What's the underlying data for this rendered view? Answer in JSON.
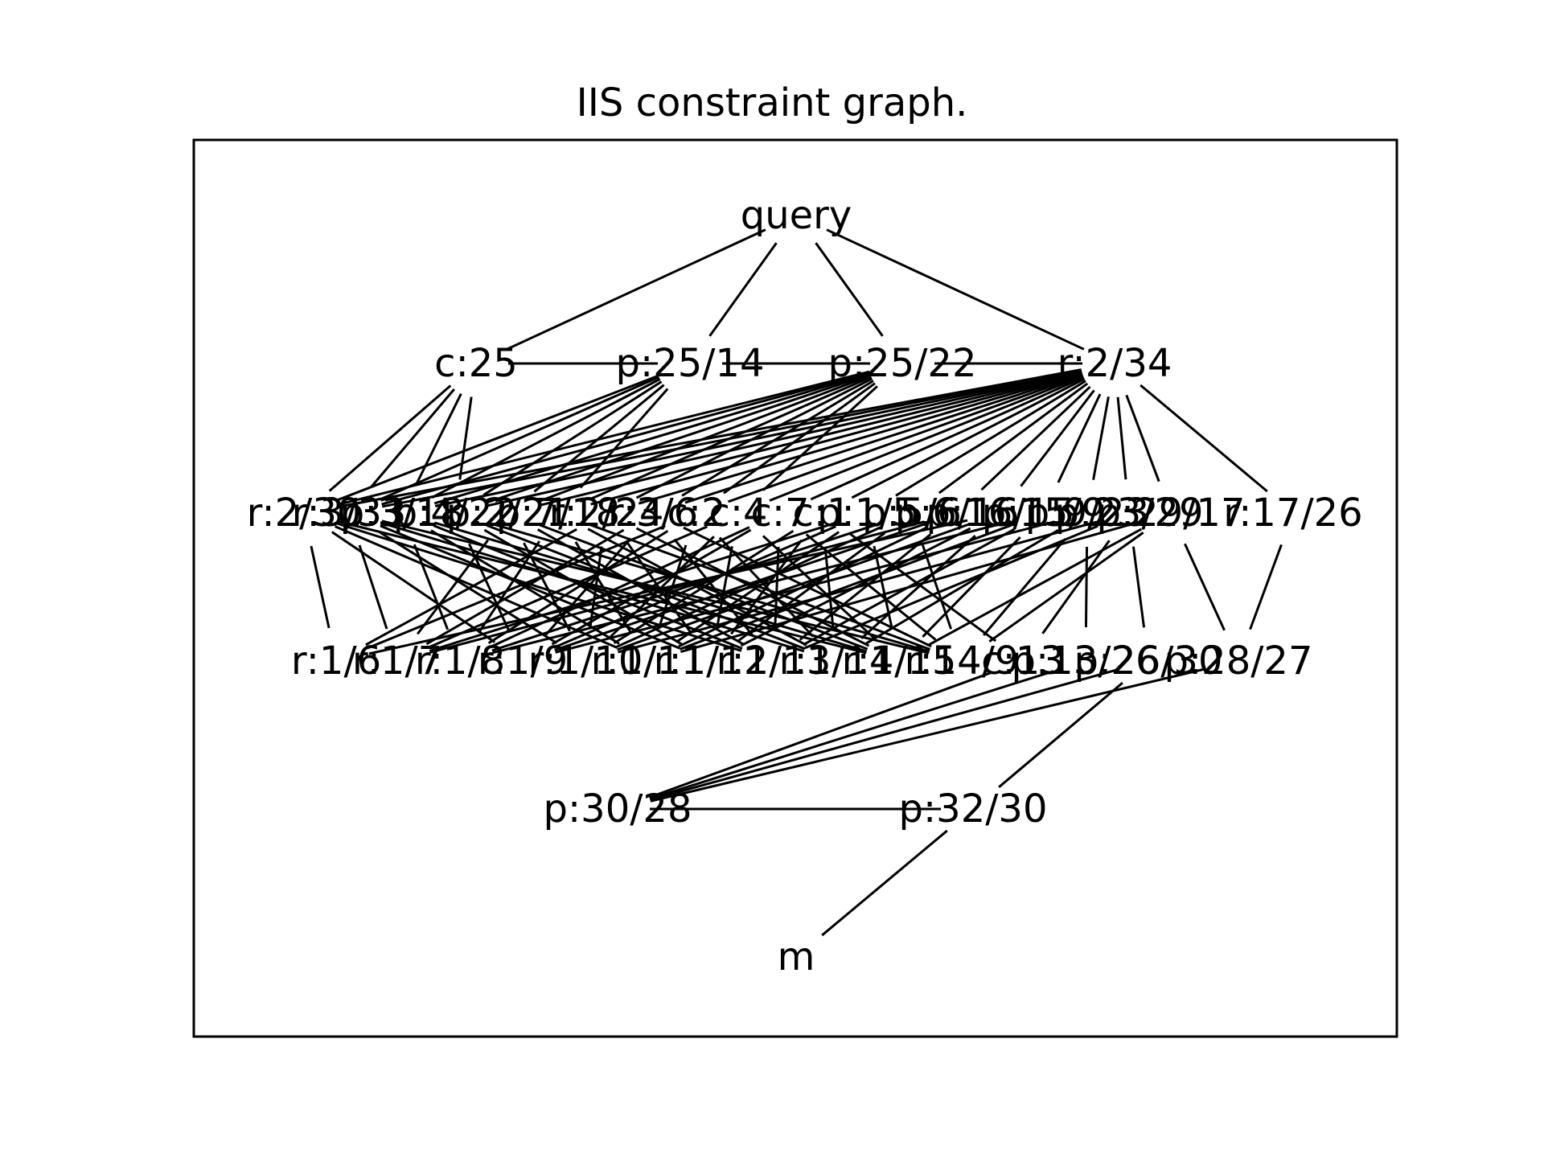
{
  "figure": {
    "title": "IIS constraint graph."
  },
  "graph": {
    "nodes": {
      "query": "query",
      "c25": "c:25",
      "p25_14": "p:25/14",
      "p25_22": "p:25/22",
      "r2_34": "r:2/34",
      "r2_30": "r:2/30",
      "r3_33": "r:3/33",
      "p3_18": "p:3/18",
      "p4_22": "p:4/22",
      "p2_21": "p:2/21",
      "p7_18": "p:7/18",
      "r2_24": "r:2/24",
      "r3_6": "r:3/6",
      "c2": "c:2",
      "c4": "c:4",
      "c7": "c:7",
      "c1": "c:1",
      "p1_5": "p:1/5",
      "p5_6": "p:5/6",
      "p6_16": "p:6/16",
      "p16_15": "p:16/15",
      "p15_9": "p:15/9",
      "p9_23": "p:9/23",
      "p23_29": "p:23/29",
      "p29_17": "p:29/17",
      "r17_26": "r:17/26",
      "r1_6": "r:1/6",
      "r1_7": "r:1/7",
      "r1_8": "r:1/8",
      "r1_9": "r:1/9",
      "r1_10": "r:1/10",
      "r1_11": "r:1/11",
      "r1_12": "r:1/12",
      "r1_13": "r:1/13",
      "r1_14": "r:1/14",
      "r1_15": "r:1/15",
      "r14_9": "r:14/9",
      "c13": "c:13",
      "p13_26": "p:13/26",
      "p26_30": "p:26/30",
      "p30_28": "p:30/28",
      "p28_27": "p:28/27",
      "p32_30": "p:32/30",
      "m": "m"
    },
    "edges": [
      [
        "query",
        "c25"
      ],
      [
        "query",
        "p25_14"
      ],
      [
        "query",
        "p25_22"
      ],
      [
        "query",
        "r2_34"
      ],
      [
        "c25",
        "p25_14"
      ],
      [
        "p25_14",
        "p25_22"
      ],
      [
        "p25_22",
        "r2_34"
      ],
      [
        "c25",
        "r2_30"
      ],
      [
        "c25",
        "r3_33"
      ],
      [
        "c25",
        "p3_18"
      ],
      [
        "c25",
        "p4_22"
      ],
      [
        "p25_14",
        "r2_30"
      ],
      [
        "p25_14",
        "r3_33"
      ],
      [
        "p25_14",
        "p3_18"
      ],
      [
        "p25_14",
        "p4_22"
      ],
      [
        "p25_14",
        "p2_21"
      ],
      [
        "p25_14",
        "p7_18"
      ],
      [
        "p25_22",
        "r2_30"
      ],
      [
        "p25_22",
        "r3_33"
      ],
      [
        "p25_22",
        "p3_18"
      ],
      [
        "p25_22",
        "p4_22"
      ],
      [
        "p25_22",
        "p2_21"
      ],
      [
        "p25_22",
        "p7_18"
      ],
      [
        "p25_22",
        "r2_24"
      ],
      [
        "p25_22",
        "r3_6"
      ],
      [
        "p25_22",
        "c2"
      ],
      [
        "p25_22",
        "c4"
      ],
      [
        "r2_34",
        "r2_30"
      ],
      [
        "r2_34",
        "r3_33"
      ],
      [
        "r2_34",
        "p3_18"
      ],
      [
        "r2_34",
        "p4_22"
      ],
      [
        "r2_34",
        "p2_21"
      ],
      [
        "r2_34",
        "p7_18"
      ],
      [
        "r2_34",
        "r2_24"
      ],
      [
        "r2_34",
        "r3_6"
      ],
      [
        "r2_34",
        "c2"
      ],
      [
        "r2_34",
        "c4"
      ],
      [
        "r2_34",
        "c7"
      ],
      [
        "r2_34",
        "c1"
      ],
      [
        "r2_34",
        "p1_5"
      ],
      [
        "r2_34",
        "p5_6"
      ],
      [
        "r2_34",
        "p6_16"
      ],
      [
        "r2_34",
        "p16_15"
      ],
      [
        "r2_34",
        "p15_9"
      ],
      [
        "r2_34",
        "p9_23"
      ],
      [
        "r2_34",
        "p23_29"
      ],
      [
        "r2_34",
        "p29_17"
      ],
      [
        "r2_34",
        "r17_26"
      ],
      [
        "r2_30",
        "r1_6"
      ],
      [
        "r3_33",
        "r1_7"
      ],
      [
        "p3_18",
        "r1_8"
      ],
      [
        "p4_22",
        "r1_9"
      ],
      [
        "p2_21",
        "r1_10"
      ],
      [
        "p7_18",
        "r1_11"
      ],
      [
        "r2_24",
        "r1_12"
      ],
      [
        "r3_6",
        "r1_13"
      ],
      [
        "c2",
        "r1_14"
      ],
      [
        "c4",
        "r1_15"
      ],
      [
        "c7",
        "r14_9"
      ],
      [
        "c1",
        "c13"
      ],
      [
        "p1_5",
        "r1_7"
      ],
      [
        "p5_6",
        "r1_8"
      ],
      [
        "p6_16",
        "r1_9"
      ],
      [
        "p16_15",
        "r1_10"
      ],
      [
        "p15_9",
        "r1_11"
      ],
      [
        "p9_23",
        "p13_26"
      ],
      [
        "p23_29",
        "p26_30"
      ],
      [
        "p29_17",
        "p28_27"
      ],
      [
        "r17_26",
        "p28_27"
      ],
      [
        "r2_30",
        "r1_9"
      ],
      [
        "r2_30",
        "r1_11"
      ],
      [
        "r2_30",
        "r1_13"
      ],
      [
        "r2_30",
        "r1_15"
      ],
      [
        "r3_33",
        "r1_10"
      ],
      [
        "r3_33",
        "r1_12"
      ],
      [
        "r3_33",
        "r1_14"
      ],
      [
        "r3_33",
        "r14_9"
      ],
      [
        "p3_18",
        "r1_11"
      ],
      [
        "p3_18",
        "r1_13"
      ],
      [
        "p3_18",
        "r1_15"
      ],
      [
        "p4_22",
        "r1_12"
      ],
      [
        "p4_22",
        "r1_14"
      ],
      [
        "p4_22",
        "r14_9"
      ],
      [
        "p2_21",
        "r1_13"
      ],
      [
        "p2_21",
        "r1_15"
      ],
      [
        "p2_21",
        "r1_7"
      ],
      [
        "p7_18",
        "r1_14"
      ],
      [
        "p7_18",
        "r1_8"
      ],
      [
        "p7_18",
        "r14_9"
      ],
      [
        "r2_24",
        "r1_6"
      ],
      [
        "r2_24",
        "r1_10"
      ],
      [
        "r2_24",
        "r1_15"
      ],
      [
        "r3_6",
        "r1_7"
      ],
      [
        "r3_6",
        "r1_9"
      ],
      [
        "r3_6",
        "r14_9"
      ],
      [
        "c2",
        "r1_6"
      ],
      [
        "c2",
        "r1_8"
      ],
      [
        "c2",
        "r1_11"
      ],
      [
        "c4",
        "r1_7"
      ],
      [
        "c4",
        "r1_10"
      ],
      [
        "c4",
        "r1_12"
      ],
      [
        "c7",
        "r1_8"
      ],
      [
        "c7",
        "r1_9"
      ],
      [
        "c7",
        "r1_13"
      ],
      [
        "c1",
        "r1_10"
      ],
      [
        "c1",
        "r1_12"
      ],
      [
        "c1",
        "r1_14"
      ],
      [
        "p1_5",
        "r1_9"
      ],
      [
        "p1_5",
        "r1_11"
      ],
      [
        "p1_5",
        "r1_15"
      ],
      [
        "p5_6",
        "r1_10"
      ],
      [
        "p5_6",
        "r1_12"
      ],
      [
        "p5_6",
        "r14_9"
      ],
      [
        "p6_16",
        "r1_11"
      ],
      [
        "p6_16",
        "r1_13"
      ],
      [
        "p6_16",
        "r1_7"
      ],
      [
        "p16_15",
        "r1_12"
      ],
      [
        "p16_15",
        "r1_14"
      ],
      [
        "p16_15",
        "r1_6"
      ],
      [
        "p15_9",
        "r1_13"
      ],
      [
        "p15_9",
        "r1_15"
      ],
      [
        "p15_9",
        "r1_8"
      ],
      [
        "p9_23",
        "r1_9"
      ],
      [
        "p9_23",
        "r1_14"
      ],
      [
        "p9_23",
        "r14_9"
      ],
      [
        "p23_29",
        "r1_10"
      ],
      [
        "p23_29",
        "r1_13"
      ],
      [
        "p23_29",
        "c13"
      ],
      [
        "p29_17",
        "r1_11"
      ],
      [
        "p29_17",
        "r1_15"
      ],
      [
        "p29_17",
        "r14_9"
      ],
      [
        "c13",
        "p30_28"
      ],
      [
        "p13_26",
        "p30_28"
      ],
      [
        "p26_30",
        "p30_28"
      ],
      [
        "p26_30",
        "p32_30"
      ],
      [
        "p28_27",
        "p30_28"
      ],
      [
        "p30_28",
        "p32_30"
      ],
      [
        "p32_30",
        "m"
      ]
    ]
  }
}
